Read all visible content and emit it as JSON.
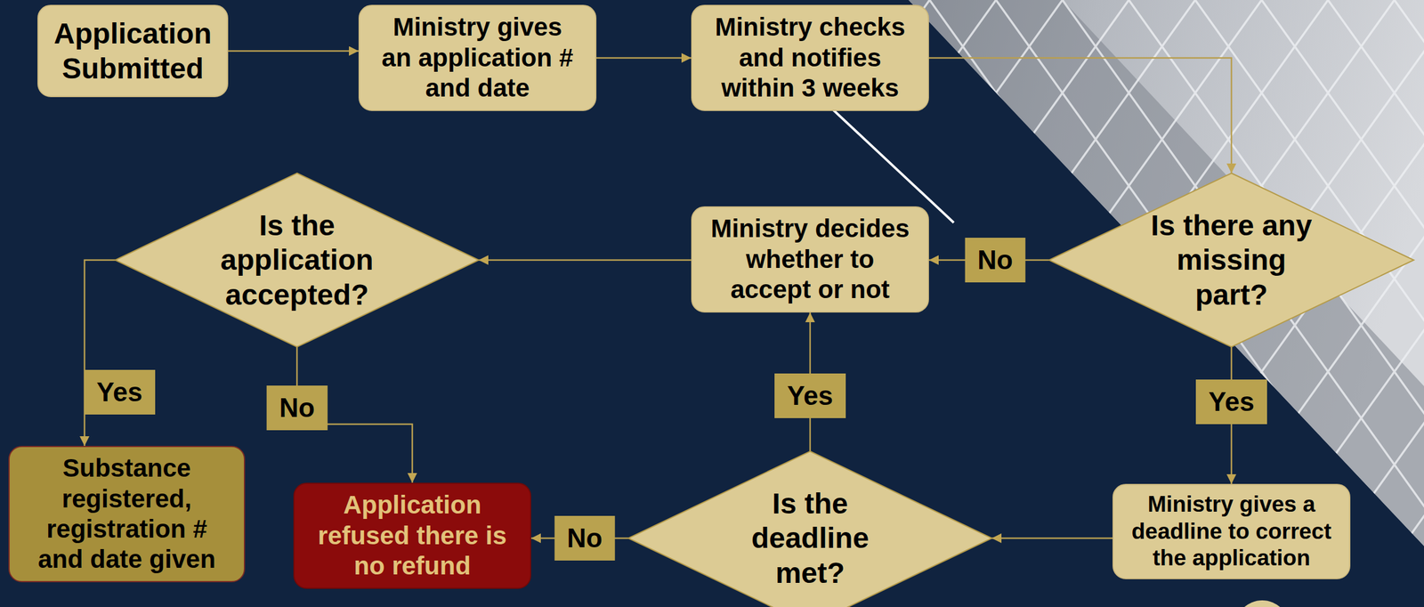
{
  "diagram": {
    "nodes": [
      {
        "text": [
          "Application Submitted"
        ]
      },
      {
        "text": [
          "Ministry gives an application # and date"
        ]
      },
      {
        "text": [
          "Ministry checks and notifies within 3 weeks"
        ]
      },
      {
        "text": [
          "Is there any missing part?"
        ]
      },
      {
        "text": [
          "Ministry decides whether to accept or not"
        ]
      },
      {
        "text": [
          "Is the application accepted?"
        ]
      },
      {
        "text": [
          "Substance registered, registration # and date given"
        ]
      },
      {
        "text": [
          "Application refused there is no refund"
        ]
      },
      {
        "text": [
          "Is the deadline met?"
        ]
      },
      {
        "text": [
          "Ministry gives a deadline to correct the application"
        ]
      }
    ],
    "edges": [
      {
        "from": 0,
        "to": 1,
        "arrow": "to"
      },
      {
        "from": 1,
        "to": 2,
        "arrow": "to"
      },
      {
        "from": 2,
        "to": 3,
        "arrow": "to"
      },
      {
        "from": 3,
        "to": 4,
        "label": "No",
        "arrow": "to"
      },
      {
        "from": 4,
        "to": 5,
        "arrow": "to"
      },
      {
        "from": 5,
        "to": 6,
        "label": "Yes",
        "arrow": "to"
      },
      {
        "from": 5,
        "to": 7,
        "label": "No",
        "arrow": "to"
      },
      {
        "from": 3,
        "to": 9,
        "label": "Yes",
        "arrow": "to"
      },
      {
        "from": 9,
        "to": 8,
        "arrow": "to"
      },
      {
        "from": 8,
        "to": 7,
        "label": "No",
        "arrow": "to"
      },
      {
        "from": 8,
        "to": 4,
        "label": "Yes",
        "arrow": "to"
      }
    ]
  }
}
